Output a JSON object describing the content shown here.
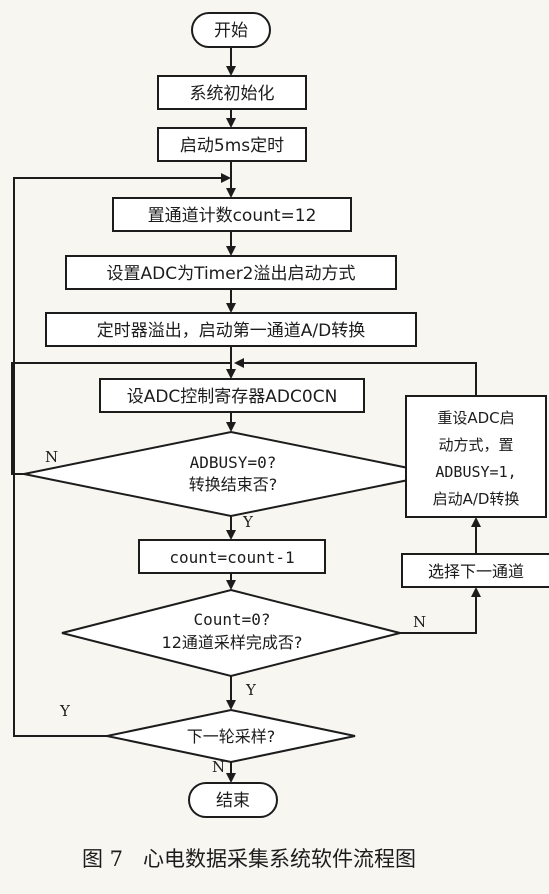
{
  "flowchart": {
    "start": "开始",
    "init": "系统初始化",
    "timer": "启动5ms定时",
    "set_count": "置通道计数count=12",
    "set_adc_mode": "设置ADC为Timer2溢出启动方式",
    "timer_overflow": "定时器溢出，启动第一通道A/D转换",
    "set_adc_ctrl": "设ADC控制寄存器ADC0CN",
    "decision_adbusy": {
      "line1": "ADBUSY=0?",
      "line2": "转换结束否?"
    },
    "decrement": "count=count-1",
    "decision_count": {
      "line1": "Count=0?",
      "line2": "12通道采样完成否?"
    },
    "decision_next": "下一轮采样?",
    "end": "结束",
    "reset_box": {
      "line1": "重设ADC启",
      "line2": "动方式，置",
      "line3": "ADBUSY=1,",
      "line4": "启动A/D转换"
    },
    "select_next": "选择下一通道",
    "labels": {
      "n1": "N",
      "y1": "Y",
      "n2": "N",
      "y2": "Y",
      "y3": "Y",
      "n3": "N"
    }
  },
  "caption": "图 7   心电数据采集系统软件流程图"
}
